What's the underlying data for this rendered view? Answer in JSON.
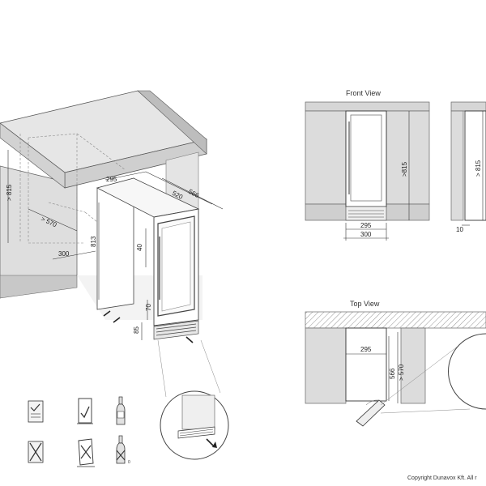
{
  "views": {
    "front_title": "Front View",
    "top_title": "Top View"
  },
  "iso": {
    "d295": "295",
    "d520": "520",
    "d566": "566",
    "d815": "> 815",
    "d570": "> 570",
    "d300": "300",
    "d813": "813",
    "d40": "40",
    "d70": "70",
    "d85": "85"
  },
  "front": {
    "d815": ">815",
    "d295": "295",
    "d300": "300"
  },
  "side": {
    "d815": "> 815",
    "d10": "10"
  },
  "top": {
    "d295": "295",
    "d566": "566",
    "d570": "> 570"
  },
  "icons": {
    "degree_label": "0"
  },
  "copyright": "Copyright Dunavox Kft. All r"
}
